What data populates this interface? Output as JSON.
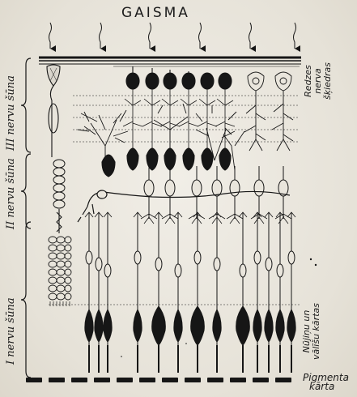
{
  "title": "GAISMA",
  "layers": {
    "first": "I nervu šūna",
    "second": "II nervu šūna",
    "third": "III nervu šūna"
  },
  "right_labels": {
    "optic_line1": "Redzes",
    "optic_line2": "nerva",
    "optic_line3": "šķiedras",
    "rods_line1": "Nūjiņu un",
    "rods_line2": "vālīšu kārtas",
    "pigment_line1": "Pigmenta",
    "pigment_line2": "kārta"
  },
  "colors": {
    "ink": "#161616",
    "paper": "#e9e5dc"
  }
}
